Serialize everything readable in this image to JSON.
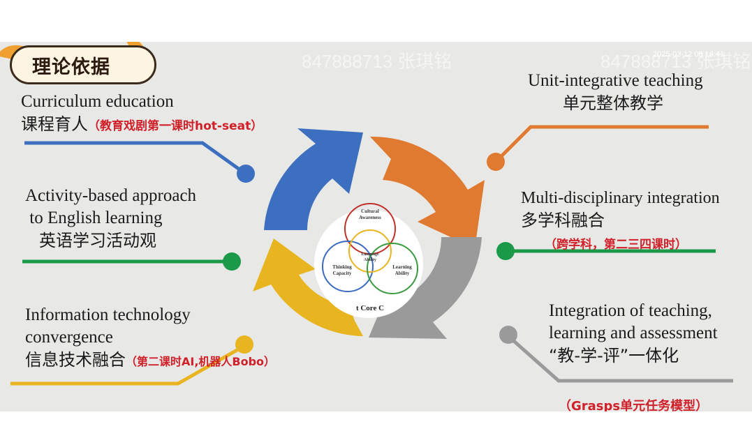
{
  "title": "理论依据",
  "watermark": "847888713 张琪铭",
  "timestamp": "2025-03-12 08:16:41",
  "left_items": [
    {
      "en_lines": [
        "Curriculum education"
      ],
      "cn": "课程育人",
      "note": "（教育戏剧第一课时hot-seat）",
      "color": "#3d6fc0"
    },
    {
      "en_lines": [
        "Activity-based approach",
        " to English learning"
      ],
      "cn": "英语学习活动观",
      "note": "",
      "color": "#1a9a48"
    },
    {
      "en_lines": [
        "Information technology",
        "convergence"
      ],
      "cn": "信息技术融合",
      "note": "（第二课时AI,机器人Bobo）",
      "color": "#e8b520"
    }
  ],
  "right_items": [
    {
      "en_lines": [
        "Unit-integrative teaching"
      ],
      "cn": "单元整体教学",
      "note": "",
      "color": "#e07a30"
    },
    {
      "en_lines": [
        "Multi-disciplinary integration"
      ],
      "cn": "多学科融合",
      "note": "（跨学科，第二三四课时）",
      "color": "#1a9a48"
    },
    {
      "en_lines": [
        "Integration of teaching,",
        "learning and assessment"
      ],
      "cn": "“教-学-评”一体化",
      "note": "（Grasps单元任务模型）",
      "color": "#9a9a9a"
    }
  ],
  "center": {
    "circles": [
      {
        "label_lines": [
          "Cultural",
          "Awareness"
        ],
        "color": "#c0302a"
      },
      {
        "label_lines": [
          "Thinking",
          "Capacity"
        ],
        "color": "#3a6ac0"
      },
      {
        "label_lines": [
          "Language",
          "Ability"
        ],
        "color": "#e8b520"
      },
      {
        "label_lines": [
          "Learning",
          "Ability"
        ],
        "color": "#3a9a40"
      }
    ],
    "caption": "t Core C"
  },
  "arrow_colors": [
    "#3d6fc0",
    "#e07a30",
    "#9a9a9a",
    "#e8b520"
  ]
}
